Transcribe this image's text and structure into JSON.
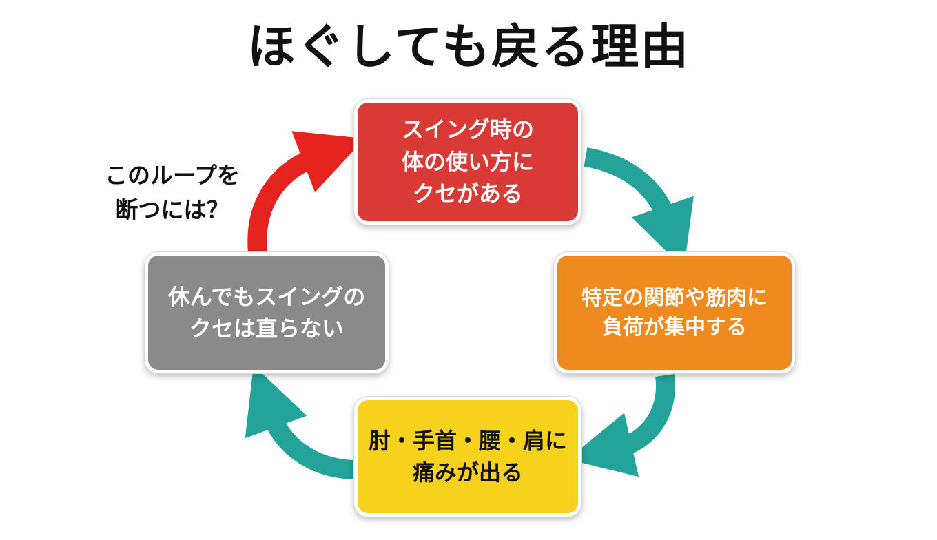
{
  "title": "ほぐしても戻る理由",
  "colors": {
    "red": "#d93a36",
    "orange": "#ef8a1e",
    "yellow": "#f6d21c",
    "gray": "#8a8a8a",
    "arrow_red": "#e52420",
    "arrow_teal": "#23a39a"
  },
  "cycle": {
    "steps": [
      {
        "lines": [
          "スイング時の",
          "体の使い方に",
          "クセがある"
        ],
        "color": "#d93a36"
      },
      {
        "lines": [
          "特定の関節や筋肉に",
          "負荷が集中する"
        ],
        "color": "#ef8a1e"
      },
      {
        "lines": [
          "肘・手首・腰・肩に",
          "痛みが出る"
        ],
        "color": "#f6d21c"
      },
      {
        "lines": [
          "休んでもスイングの",
          "クセは直らない"
        ],
        "color": "#8a8a8a"
      }
    ]
  },
  "question": {
    "lines": [
      "このループを",
      "断つには？"
    ]
  }
}
